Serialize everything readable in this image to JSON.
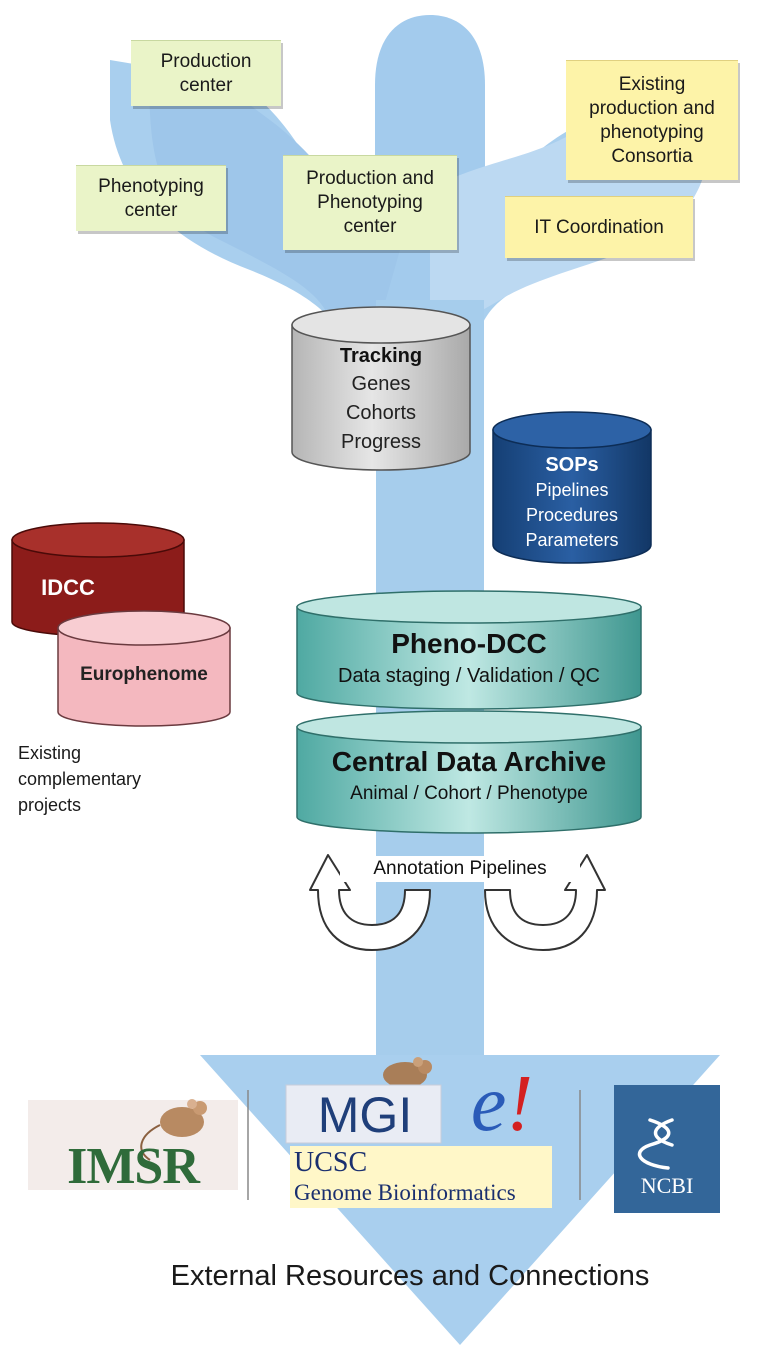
{
  "notes": {
    "production_center": "Production center",
    "phenotyping_center": "Phenotyping center",
    "production_and_phenotyping_center": "Production and Phenotyping center",
    "existing_consortia": "Existing production and phenotyping Consortia",
    "it_coordination": "IT Coordination"
  },
  "tracking": {
    "title": "Tracking",
    "lines": [
      "Genes",
      "Cohorts",
      "Progress"
    ]
  },
  "sops": {
    "title": "SOPs",
    "lines": [
      "Pipelines",
      "Procedures",
      "Parameters"
    ]
  },
  "idcc": {
    "title": "IDCC"
  },
  "europhenome": {
    "title": "Europhenome"
  },
  "complementary_caption": [
    "Existing",
    "complementary",
    "projects"
  ],
  "pheno_dcc": {
    "title": "Pheno-DCC",
    "subtitle": "Data staging / Validation / QC"
  },
  "central_archive": {
    "title": "Central Data Archive",
    "subtitle": "Animal / Cohort / Phenotype"
  },
  "annotation_label": "Annotation Pipelines",
  "logos": {
    "imsr": "IMSR",
    "mgi": "MGI",
    "ensembl": "e!",
    "ucsc": "UCSC",
    "genome_bioinformatics": "Genome Bioinformatics",
    "ncbi": "NCBI"
  },
  "footer": "External Resources and Connections",
  "colors": {
    "flow_blue": "#a9cfee",
    "flow_light": "#c3ddf3",
    "tracking_gray": "#d2d2d2",
    "sops_blue": "#1b4f8f",
    "idcc_red": "#8c1c1a",
    "europhenome_pink": "#f4b8bf",
    "dcc_teal": "#6fc2bb",
    "ncbi_blue": "#336699"
  },
  "icons": {
    "flow": "funnel-arrow-shape",
    "annotation": "curved-arrow-icon",
    "mouse": "mouse-icon",
    "ncbi": "dna-helix-icon"
  }
}
